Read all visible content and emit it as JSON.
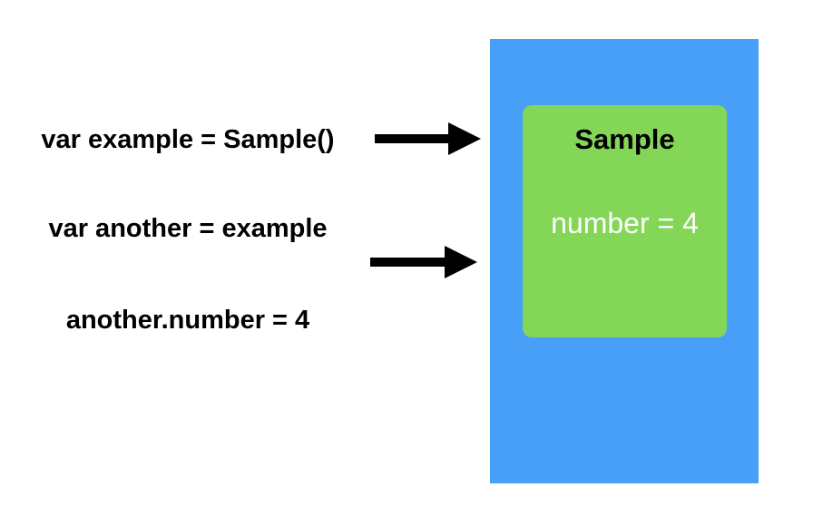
{
  "code_lines": [
    "var example = Sample()",
    "var another = example",
    "another.number = 4"
  ],
  "object": {
    "title": "Sample",
    "property": "number = 4"
  },
  "colors": {
    "heap": "#489FF8",
    "object": "#84D657",
    "arrow": "#000000"
  }
}
